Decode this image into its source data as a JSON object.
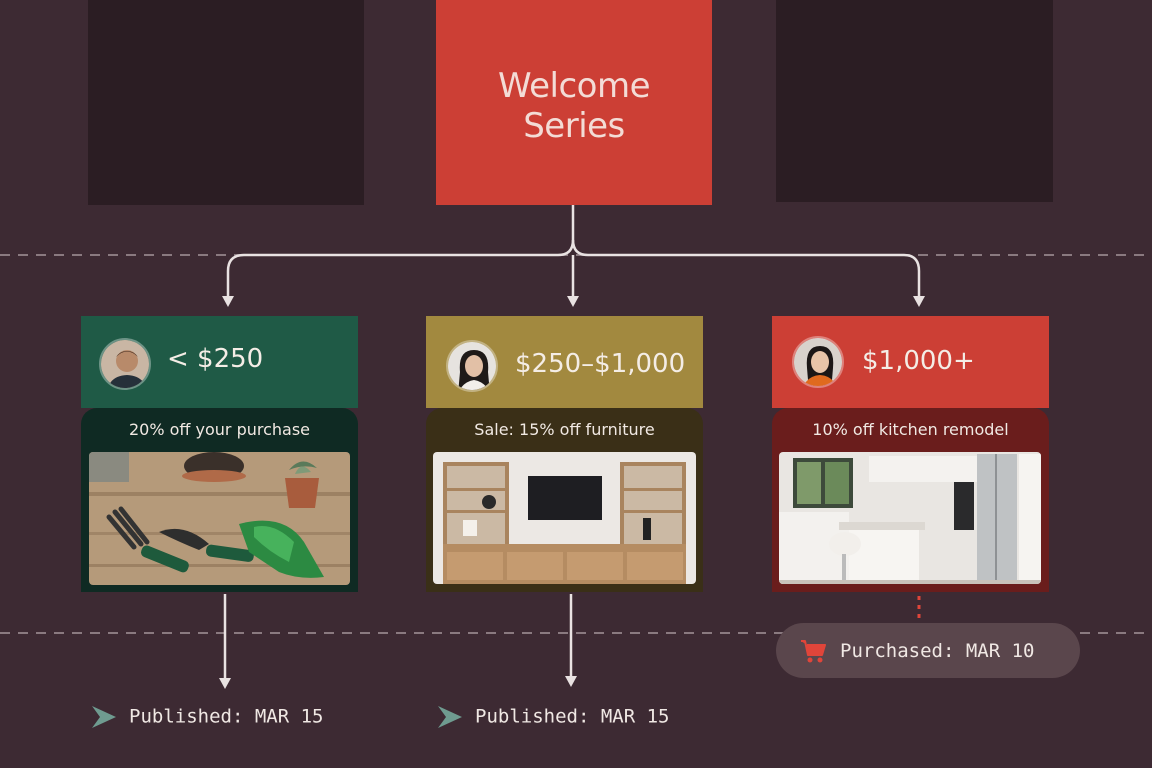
{
  "welcome": {
    "title": "Welcome\nSeries"
  },
  "segments": [
    {
      "tier": "< $250",
      "offer": "20% off your purchase",
      "color": "#1f5a46",
      "inner_color": "#0f2a23",
      "photo": "garden-tools-photo"
    },
    {
      "tier": "$250–$1,000",
      "offer": "Sale: 15% off furniture",
      "color": "#a2893f",
      "inner_color": "#3a2f17",
      "photo": "living-room-furniture-photo"
    },
    {
      "tier": "$1,000+",
      "offer": "10% off kitchen remodel",
      "color": "#cc3f35",
      "inner_color": "#6a1d1c",
      "photo": "kitchen-remodel-photo"
    }
  ],
  "published": [
    {
      "text": "Published: MAR 15"
    },
    {
      "text": "Published: MAR 15"
    }
  ],
  "purchased": {
    "text": "Purchased: MAR 10",
    "icon": "cart-icon"
  },
  "colors": {
    "background": "#3d2a33",
    "dark_box": "#2b1d23",
    "accent_red": "#cc3f35",
    "published_icon": "#6f9b90"
  }
}
